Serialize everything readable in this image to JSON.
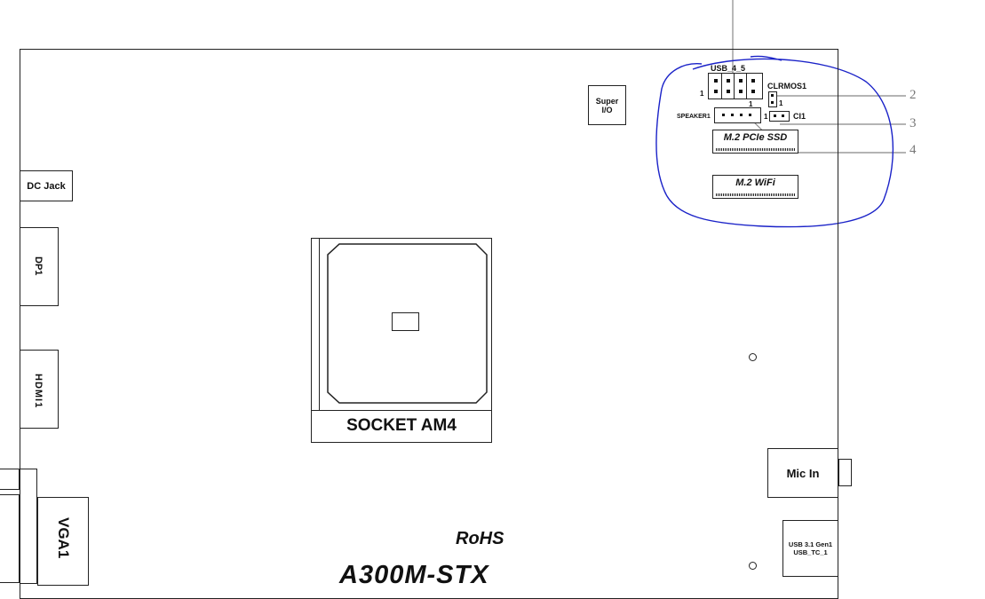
{
  "labels": {
    "usb45": "USB_4_5",
    "clrmos": "CLRMOS1",
    "speaker": "SPEAKER1",
    "ci": "CI1",
    "m2ssd": "M.2 PCIe SSD",
    "m2wifi": "M.2 WiFi",
    "superio": "Super\nI/O",
    "dcjack": "DC Jack",
    "dp": "DP1",
    "hdmi": "HDMI1",
    "vga": "VGA1",
    "socket": "SOCKET AM4",
    "micin": "Mic In",
    "usb31": "USB 3.1 Gen1\nUSB_TC_1",
    "rohs": "RoHS",
    "model": "A300M-STX",
    "pin_one": "1"
  },
  "callouts": [
    "2",
    "3",
    "4"
  ],
  "colors": {
    "highlight": "#1a22c8",
    "leader": "#888888",
    "outline": "#222222"
  }
}
